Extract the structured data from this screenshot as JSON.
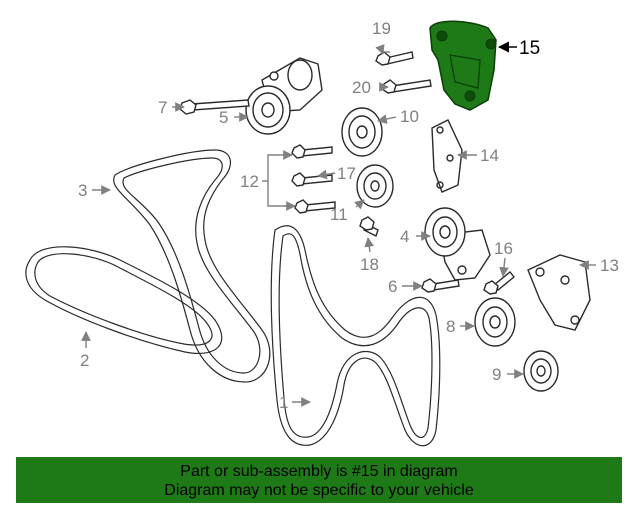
{
  "callouts": {
    "c1": "1",
    "c2": "2",
    "c3": "3",
    "c4": "4",
    "c5": "5",
    "c6": "6",
    "c7": "7",
    "c8": "8",
    "c9": "9",
    "c10": "10",
    "c11": "11",
    "c12": "12",
    "c13": "13",
    "c14": "14",
    "c15": "15",
    "c16": "16",
    "c17": "17",
    "c18": "18",
    "c19": "19",
    "c20": "20"
  },
  "highlight": {
    "part": "15",
    "color": "#1e7a16"
  },
  "banner": {
    "line1": "Part or sub-assembly is #15 in diagram",
    "line2": "Diagram may not be specific to your vehicle",
    "color": "#1e7a16"
  }
}
